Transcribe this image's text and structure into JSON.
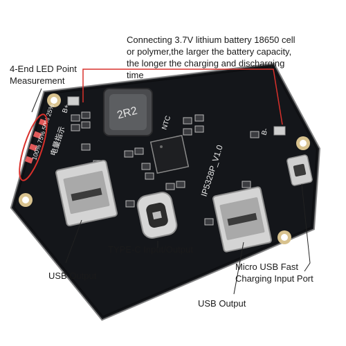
{
  "callouts": {
    "battery_note": "Connecting 3.7V lithium battery 18650 cell\nor polymer,the larger the battery capacity,\nthe longer the charging and discharging\ntime",
    "led_measurement": "4-End LED Point\nMeasurement",
    "typec": "TYPE-C Input/Output",
    "usb_output_left": "USB Output",
    "micro_usb": "Micro USB Fast\nCharging Input Port",
    "usb_output_bottom": "USB Output"
  },
  "board": {
    "inductor_marking": "2R2",
    "chip_label": "IP5328P_V1.0",
    "led_scale": "100% 75% 50% 25%",
    "led_caption": "电量指示",
    "ntc_label": "NTC",
    "battery_negative": "B-",
    "battery_positive": "B+",
    "colors": {
      "pcb": "#14161a",
      "usb_housing": "#c9c9c9",
      "led": "#e15a5a",
      "callout_red": "#d9302b"
    }
  }
}
